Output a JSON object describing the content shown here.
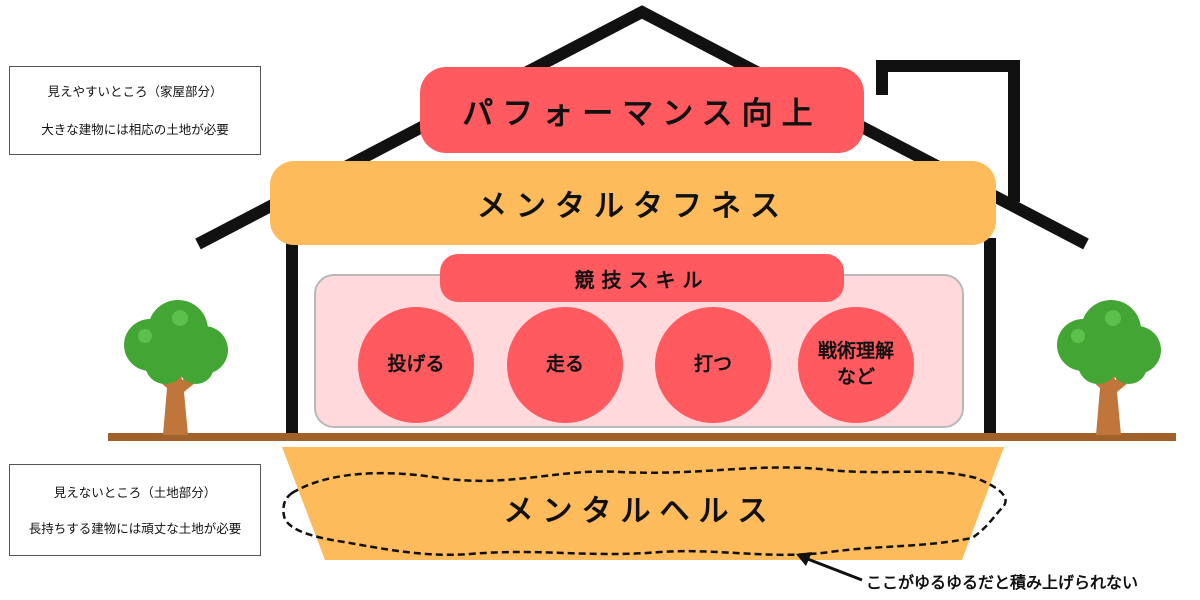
{
  "colors": {
    "red": "#ff5a5f",
    "orange": "#fdbb5b",
    "pink_panel": "#ffd9db",
    "ground": "#a0612a",
    "tree_green": "#43a634",
    "trunk": "#c0763a"
  },
  "notes": {
    "visible_part": {
      "line1": "見えやすいところ（家屋部分）",
      "line2": "大きな建物には相応の土地が必要"
    },
    "hidden_part": {
      "line1": "見えないところ（土地部分）",
      "line2": "長持ちする建物には頑丈な土地が必要"
    }
  },
  "house": {
    "roof_label": "パフォーマンス向上",
    "middle_label": "メンタルタフネス",
    "skills_label": "競技スキル",
    "skills": [
      {
        "line1": "投げる",
        "line2": ""
      },
      {
        "line1": "走る",
        "line2": ""
      },
      {
        "line1": "打つ",
        "line2": ""
      },
      {
        "line1": "戦術理解",
        "line2": "など"
      }
    ]
  },
  "foundation": {
    "label": "メンタルヘルス",
    "caption": "ここがゆるゆるだと積み上げられない"
  }
}
